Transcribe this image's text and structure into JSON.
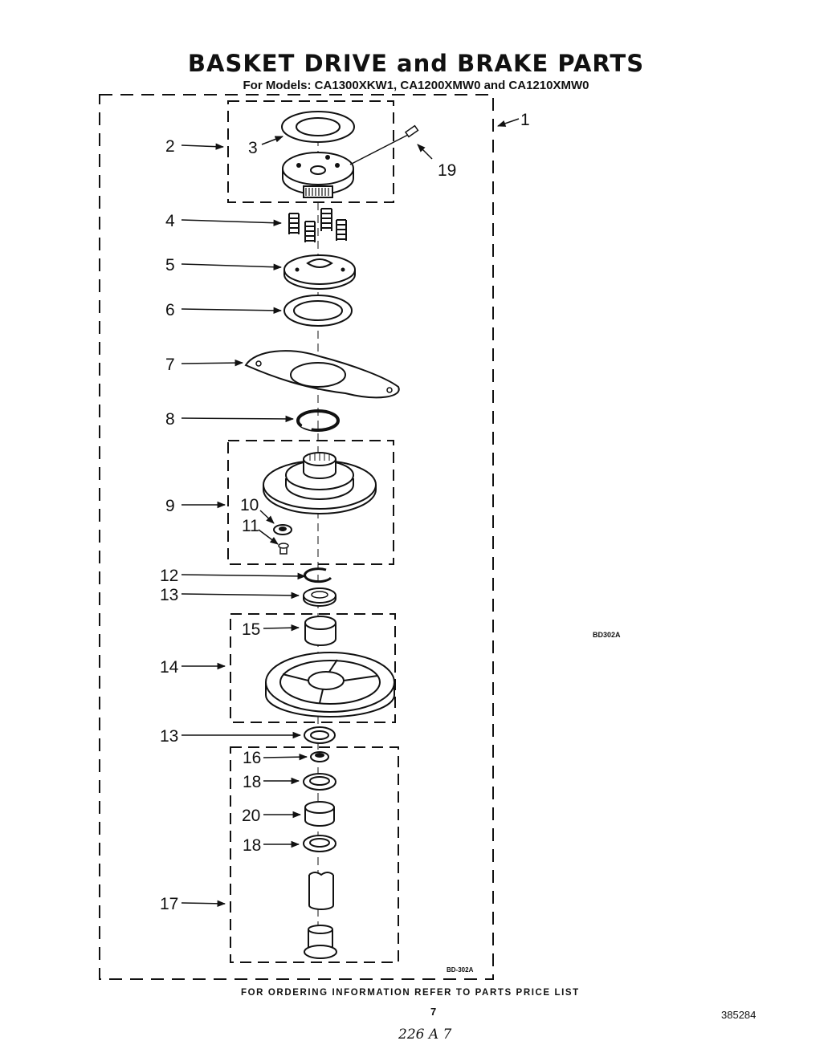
{
  "header": {
    "title": "BASKET DRIVE and BRAKE PARTS",
    "subtitle": "For Models: CA1300XKW1, CA1200XMW0 and CA1210XMW0"
  },
  "callouts": [
    {
      "n": "1"
    },
    {
      "n": "2"
    },
    {
      "n": "3"
    },
    {
      "n": "19"
    },
    {
      "n": "4"
    },
    {
      "n": "5"
    },
    {
      "n": "6"
    },
    {
      "n": "7"
    },
    {
      "n": "8"
    },
    {
      "n": "9"
    },
    {
      "n": "10"
    },
    {
      "n": "11"
    },
    {
      "n": "12"
    },
    {
      "n": "13"
    },
    {
      "n": "15"
    },
    {
      "n": "14"
    },
    {
      "n": "13"
    },
    {
      "n": "16"
    },
    {
      "n": "18"
    },
    {
      "n": "20"
    },
    {
      "n": "18"
    },
    {
      "n": "17"
    }
  ],
  "side_ref": "BD302A",
  "box_ref": "BD-302A",
  "footer": {
    "ordering_note": "FOR ORDERING INFORMATION REFER TO PARTS PRICE LIST",
    "page_number": "7",
    "doc_number": "385284",
    "handwritten": "226 A 7"
  }
}
